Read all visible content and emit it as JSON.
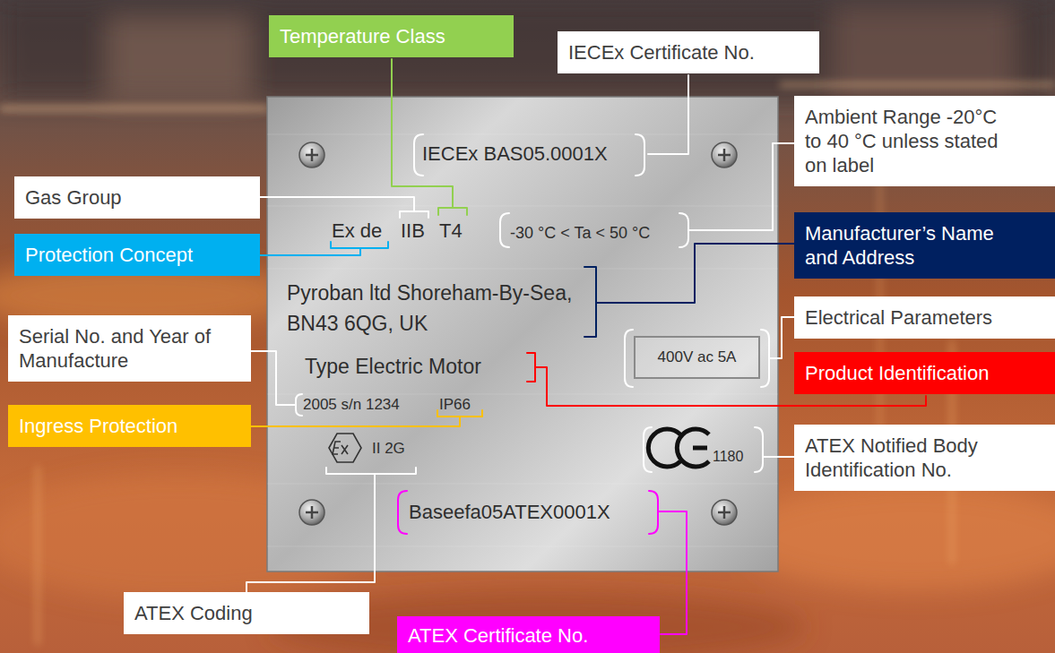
{
  "diagram": {
    "nodes": [
      {
        "text": [
          "Temperature Class"
        ]
      },
      {
        "text": [
          "IECEx Certificate No."
        ]
      },
      {
        "text": [
          "IECEx BAS05.0001X",
          "Ex de",
          "IIB",
          "T4",
          "-30 °C < Ta < 50 °C",
          "Pyroban ltd Shoreham-By-Sea, BN43 6QG, UK",
          "Type Electric Motor",
          "2005 s/n 1234",
          "IP66",
          "II 2G",
          "1180",
          "Baseefa05ATEX0001X"
        ]
      },
      {
        "text": [
          "Ambient Range -20°C to 40 °C unless stated on label"
        ]
      },
      {
        "text": [
          "Gas Group"
        ]
      },
      {
        "text": [
          "Protection Concept"
        ]
      },
      {
        "text": [
          "Manufacturer’s Name and Address"
        ]
      },
      {
        "text": [
          "Serial No. and Year of Manufacture"
        ]
      },
      {
        "text": [
          "Electrical Parameters"
        ]
      },
      {
        "text": [
          "400V ac 5A"
        ],
        "in": 2
      },
      {
        "text": [
          "Product Identification"
        ]
      },
      {
        "text": [
          "Ingress Protection"
        ]
      },
      {
        "text": [
          "ATEX Notified Body Identification No."
        ]
      },
      {
        "text": [
          "ATEX Coding"
        ]
      },
      {
        "text": [
          "ATEX Certificate No."
        ]
      }
    ]
  }
}
